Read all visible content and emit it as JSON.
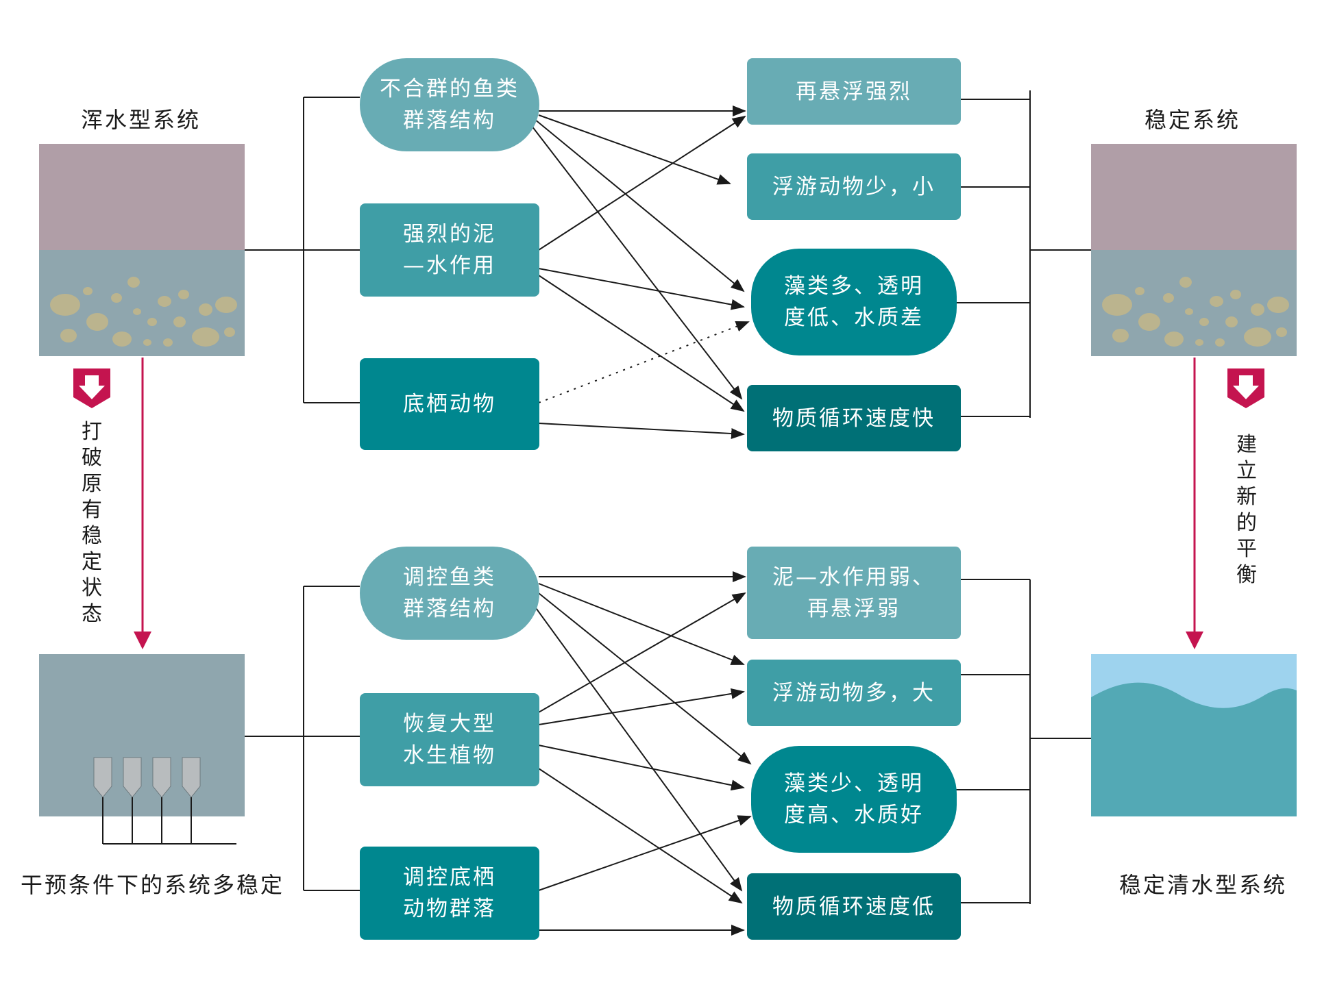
{
  "colors": {
    "teal_light": "#68acb4",
    "teal_mid": "#3f9ea6",
    "teal_dark": "#00878f",
    "teal_darker": "#007076",
    "red_arrow": "#c4144f",
    "purple_layer": "#b09ea7",
    "grey_water": "#8fa6ae",
    "clear_water": "#53a9b5",
    "sky": "#9ed3ee",
    "pebble": "#bbb48e",
    "line": "#1a1a1a"
  },
  "labels": {
    "turbid_system": "浑水型系统",
    "stable_system": "稳定系统",
    "intervention_system": "干预条件下的系统多稳定",
    "clear_system": "稳定清水型系统",
    "break_state": "打破原有稳定状态",
    "new_balance": "建立新的平衡"
  },
  "top": {
    "causes": [
      {
        "id": "fish",
        "text": "不合群的鱼类\n群落结构",
        "shape": "pill",
        "color": "teal_light"
      },
      {
        "id": "mud",
        "text": "强烈的泥\n—水作用",
        "shape": "rect",
        "color": "teal_mid"
      },
      {
        "id": "benthic",
        "text": "底栖动物",
        "shape": "rect",
        "color": "teal_dark"
      }
    ],
    "effects": [
      {
        "id": "resusp",
        "text": "再悬浮强烈",
        "shape": "rect",
        "color": "teal_light"
      },
      {
        "id": "zoo",
        "text": "浮游动物少，小",
        "shape": "rect",
        "color": "teal_mid"
      },
      {
        "id": "algae",
        "text": "藻类多、透明\n度低、水质差",
        "shape": "pill",
        "color": "teal_dark"
      },
      {
        "id": "cycle",
        "text": "物质循环速度快",
        "shape": "rect",
        "color": "teal_darker"
      }
    ]
  },
  "bottom": {
    "causes": [
      {
        "id": "fish2",
        "text": "调控鱼类\n群落结构",
        "shape": "pill",
        "color": "teal_light"
      },
      {
        "id": "plant",
        "text": "恢复大型\n水生植物",
        "shape": "rect",
        "color": "teal_mid"
      },
      {
        "id": "benthic2",
        "text": "调控底栖\n动物群落",
        "shape": "rect",
        "color": "teal_dark"
      }
    ],
    "effects": [
      {
        "id": "resusp2",
        "text": "泥—水作用弱、\n再悬浮弱",
        "shape": "rect",
        "color": "teal_light"
      },
      {
        "id": "zoo2",
        "text": "浮游动物多，大",
        "shape": "rect",
        "color": "teal_mid"
      },
      {
        "id": "algae2",
        "text": "藻类少、透明\n度高、水质好",
        "shape": "pill",
        "color": "teal_dark"
      },
      {
        "id": "cycle2",
        "text": "物质循环速度低",
        "shape": "rect",
        "color": "teal_darker"
      }
    ]
  }
}
